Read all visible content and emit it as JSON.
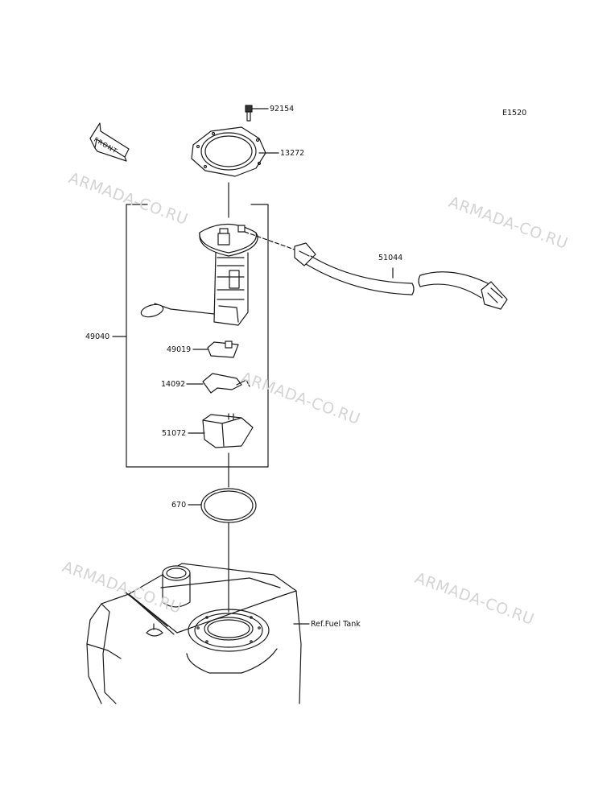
{
  "diagram": {
    "code": "E1520",
    "front_label": "FRONT",
    "watermark": "ARMADA-CO.RU",
    "parts": {
      "p92154": "92154",
      "p13272": "13272",
      "p51044": "51044",
      "p49040": "49040",
      "p49019": "49019",
      "p14092": "14092",
      "p51072": "51072",
      "p670": "670",
      "ref_tank": "Ref.Fuel Tank"
    }
  },
  "colors": {
    "line": "#1a1a1a",
    "watermark": "#d4d4d4"
  }
}
